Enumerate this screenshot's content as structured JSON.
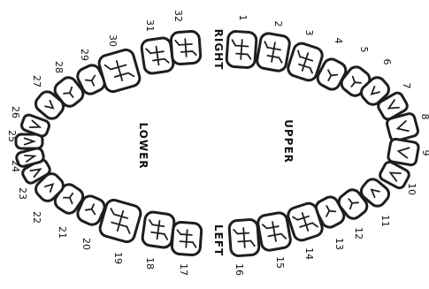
{
  "diagram": {
    "labels": {
      "right": "RIGHT",
      "left": "LEFT",
      "upper": "UPPER",
      "lower": "LOWER"
    },
    "upper_teeth": [
      "1",
      "2",
      "3",
      "4",
      "5",
      "6",
      "7",
      "8",
      "9",
      "10",
      "11",
      "12",
      "13",
      "14",
      "15",
      "16"
    ],
    "lower_teeth": [
      "17",
      "18",
      "19",
      "20",
      "21",
      "22",
      "23",
      "24",
      "25",
      "26",
      "27",
      "28",
      "29",
      "30",
      "31",
      "32"
    ]
  }
}
